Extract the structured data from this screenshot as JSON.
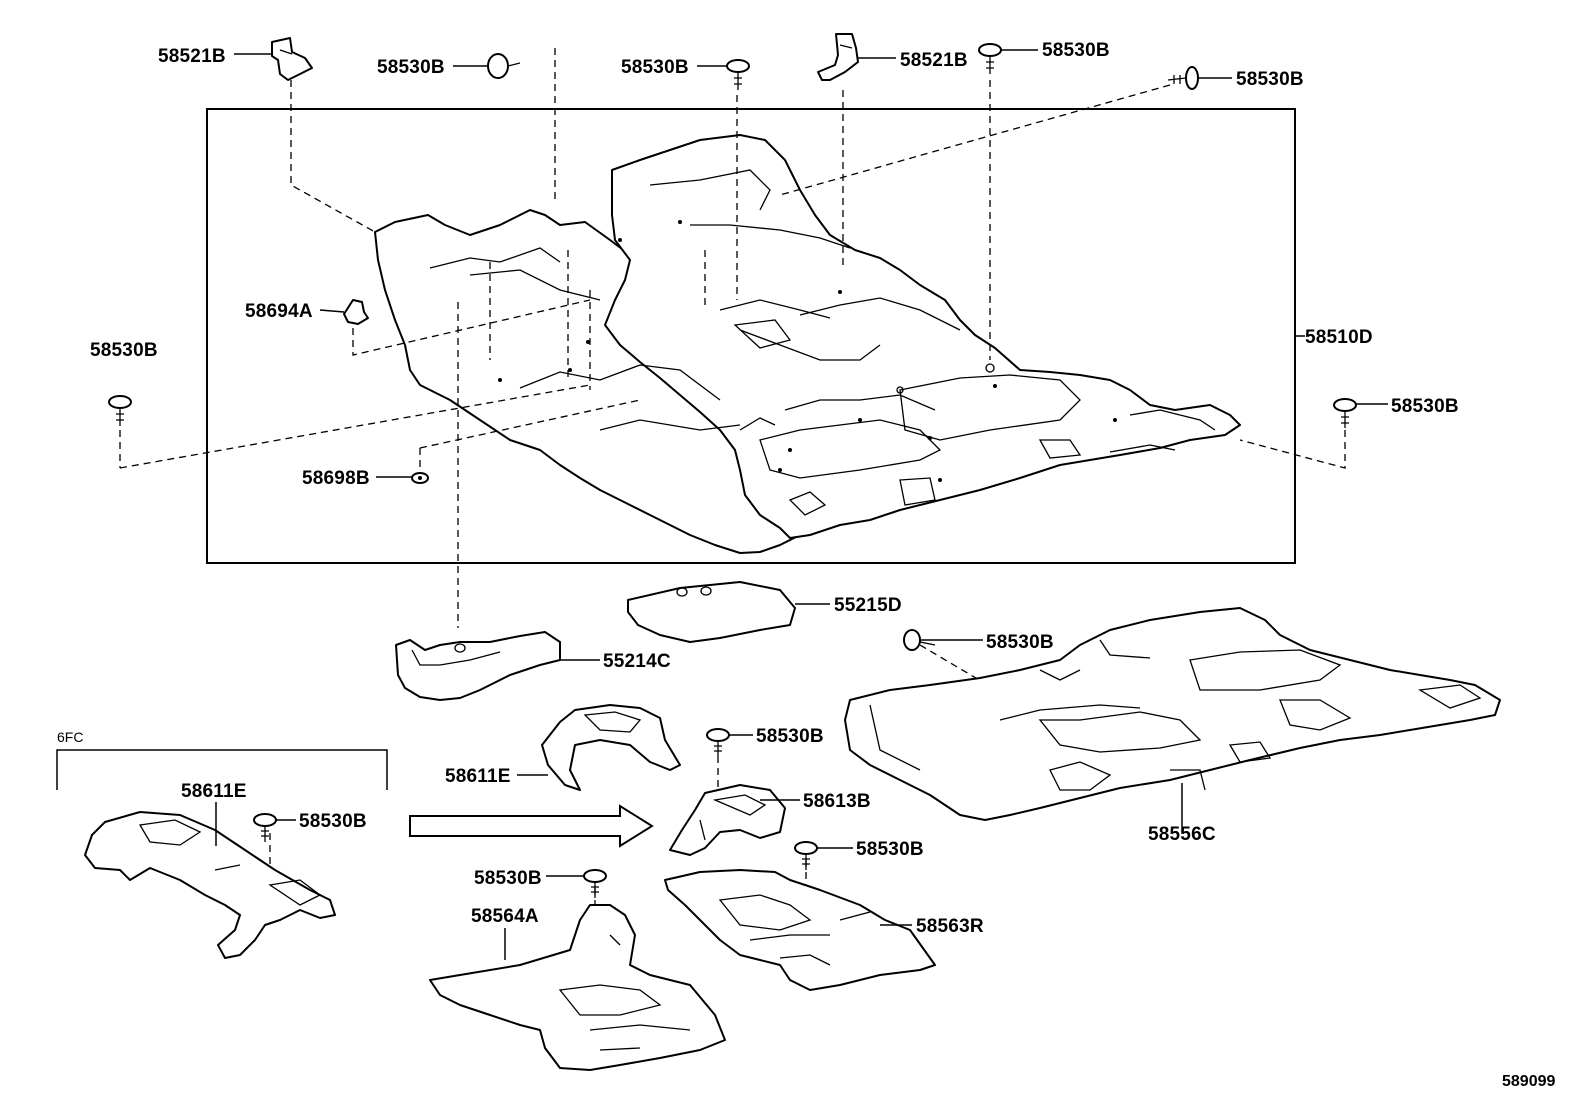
{
  "diagram": {
    "labels": {
      "l58521b_left": "58521B",
      "l58530b_top1": "58530B",
      "l58530b_top2": "58530B",
      "l58521b_right": "58521B",
      "l58530b_top3": "58530B",
      "l58530b_top4": "58530B",
      "l58530b_left": "58530B",
      "l58694a": "58694A",
      "l58510d": "58510D",
      "l58530b_right": "58530B",
      "l58698b": "58698B",
      "l55215d": "55215D",
      "l55214c": "55214C",
      "l58530b_mid": "58530B",
      "l58611e_mid": "58611E",
      "l58530b_mid2": "58530B",
      "l58613b": "58613B",
      "l58611e_left": "58611E",
      "l58530b_left2": "58530B",
      "l58530b_low": "58530B",
      "l58530b_low2": "58530B",
      "l58564a": "58564A",
      "l58563r": "58563R",
      "l58556c": "58556C",
      "variant_code": "6FC",
      "figure_id": "589099"
    }
  }
}
